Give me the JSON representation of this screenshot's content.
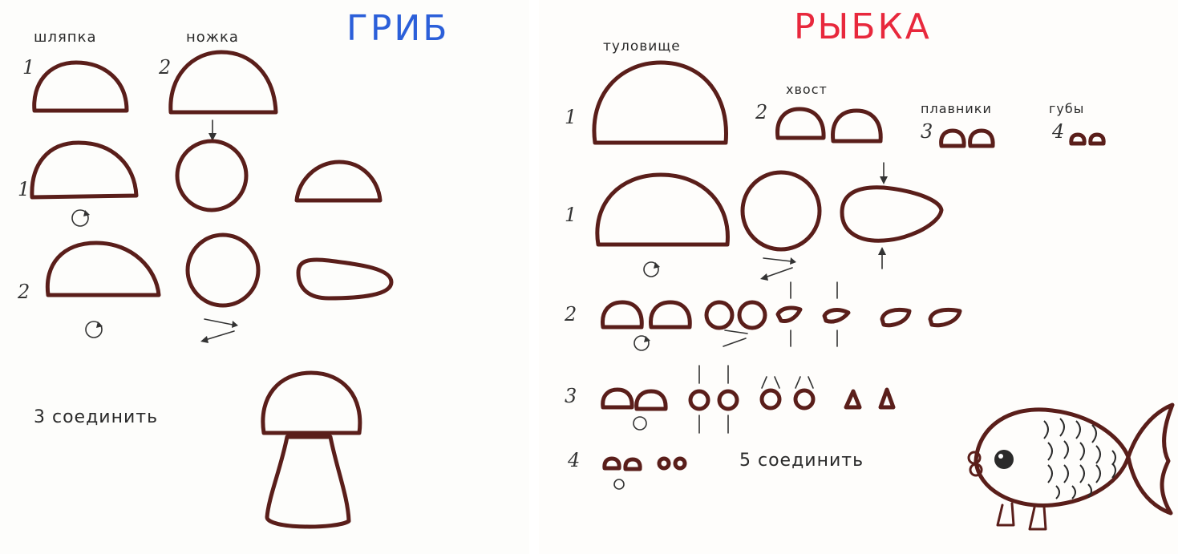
{
  "mushroom": {
    "title": "ГРИБ",
    "title_color": "#2b5fd9",
    "label_cap": "шляпка",
    "label_stem": "ножка",
    "step1": "1",
    "step2": "2",
    "row1_num": "1",
    "row2_num": "2",
    "join_text": "3  соединить"
  },
  "fish": {
    "title": "РЫБКА",
    "title_color": "#e8283c",
    "label_body": "туловище",
    "label_tail": "хвост",
    "label_fins": "плавники",
    "label_lips": "губы",
    "step1": "1",
    "step2": "2",
    "step3": "3",
    "step4": "4",
    "row1_num": "1",
    "row2_num": "2",
    "row3_num": "3",
    "row4_num": "4",
    "join_text": "5  соединить"
  },
  "colors": {
    "dough_outline": "#5a1e1a",
    "ink": "#333333"
  }
}
